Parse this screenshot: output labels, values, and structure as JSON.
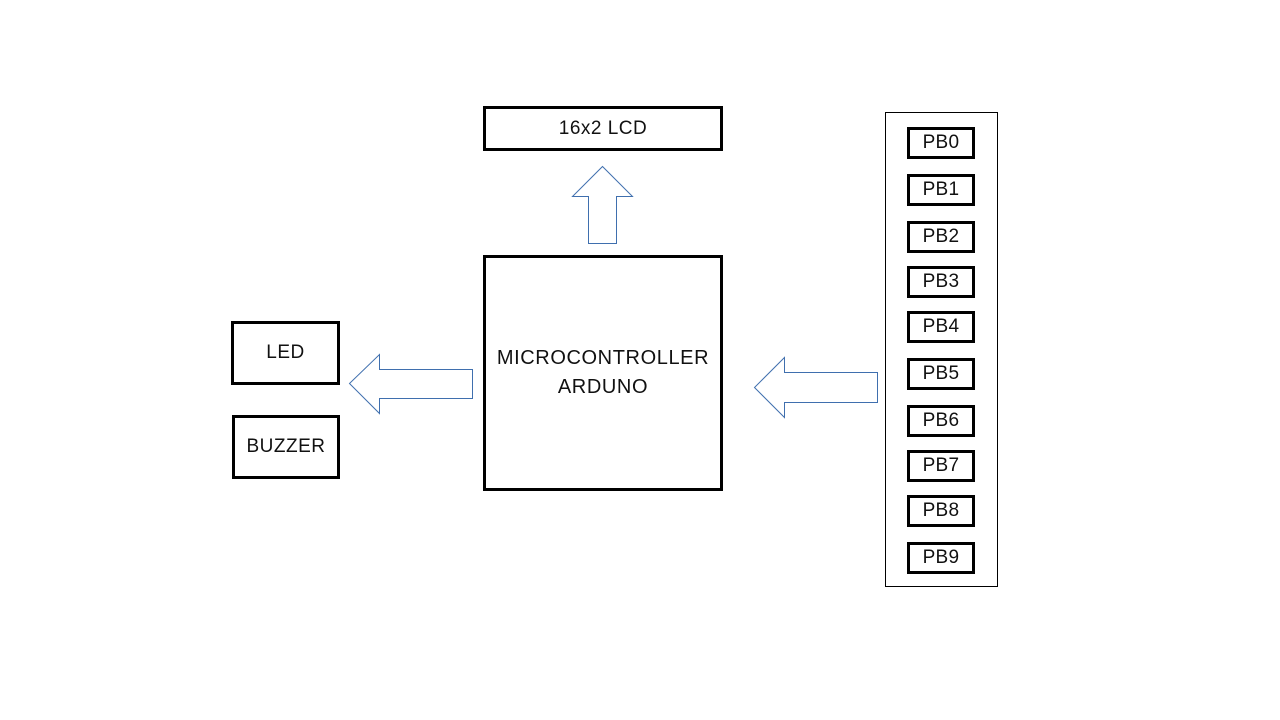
{
  "diagram": {
    "lcd": {
      "label": "16x2 LCD"
    },
    "microcontroller": {
      "line1": "MICROCONTROLLER",
      "line2": "ARDUNO"
    },
    "led": {
      "label": "LED"
    },
    "buzzer": {
      "label": "BUZZER"
    },
    "push_buttons": [
      "PB0",
      "PB1",
      "PB2",
      "PB3",
      "PB4",
      "PB5",
      "PB6",
      "PB7",
      "PB8",
      "PB9"
    ]
  },
  "colors": {
    "arrow_stroke": "#3f6fae",
    "box_border": "#000000"
  }
}
